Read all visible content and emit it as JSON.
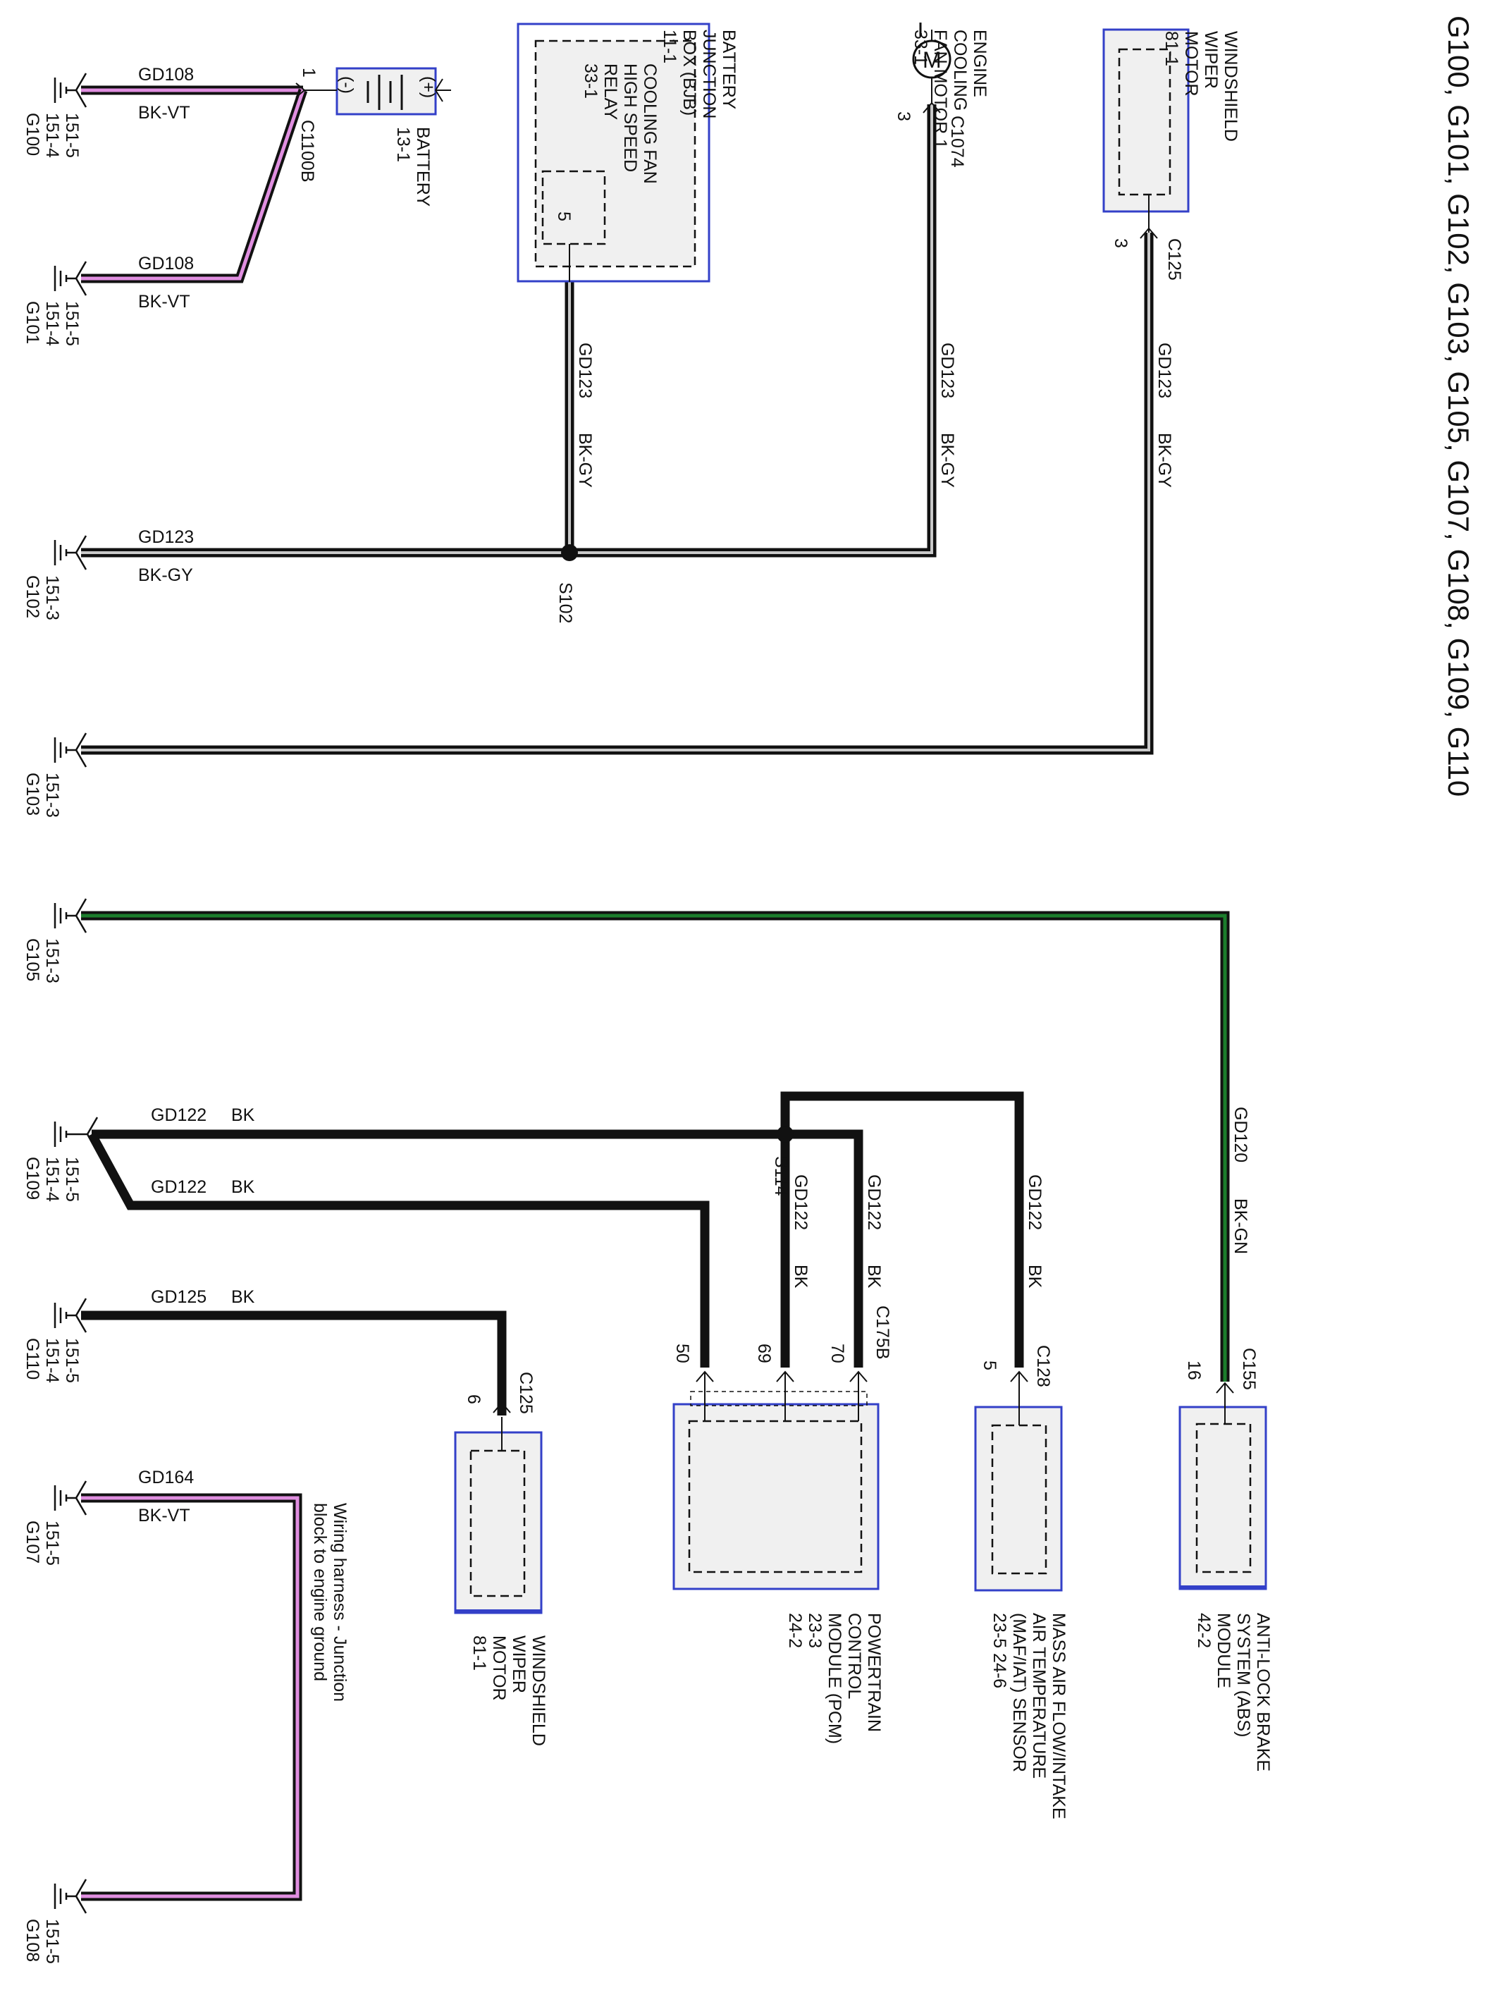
{
  "title": "G100, G101, G102, G103, G105, G107, G108, G109, G110",
  "grounds": [
    {
      "id": "g100",
      "name": "G100",
      "ref1": "151-4",
      "ref2": "151-5"
    },
    {
      "id": "g101",
      "name": "G101",
      "ref1": "151-4",
      "ref2": "151-5"
    },
    {
      "id": "g102",
      "name": "G102",
      "ref1": "151-3",
      "ref2": ""
    },
    {
      "id": "g103",
      "name": "G103",
      "ref1": "151-3",
      "ref2": ""
    },
    {
      "id": "g105",
      "name": "G105",
      "ref1": "151-3",
      "ref2": ""
    },
    {
      "id": "g109",
      "name": "G109",
      "ref1": "151-4",
      "ref2": "151-5"
    },
    {
      "id": "g110",
      "name": "G110",
      "ref1": "151-4",
      "ref2": "151-5"
    },
    {
      "id": "g107",
      "name": "G107",
      "ref1": "151-5",
      "ref2": ""
    },
    {
      "id": "g108",
      "name": "G108",
      "ref1": "151-5",
      "ref2": ""
    }
  ],
  "circuits": {
    "gd108": "GD108",
    "bk_vt": "BK-VT",
    "gd123": "GD123",
    "bk_gy": "BK-GY",
    "gd120": "GD120",
    "bk_gn": "BK-GN",
    "gd122": "GD122",
    "bk": "BK",
    "gd125": "GD125",
    "gd164": "GD164"
  },
  "splices": {
    "s102": "S102",
    "s114": "S114"
  },
  "battery": {
    "lines": [
      "BATTERY",
      "13-1"
    ],
    "pin": "1",
    "connector": "C1100B",
    "neg": "(-)",
    "pos": "(+)"
  },
  "bjb": {
    "lines": [
      "BATTERY",
      "JUNCTION",
      "BOX (BJB)",
      "11-1"
    ],
    "relay_lines": [
      "COOLING FAN",
      "HIGH SPEED",
      "RELAY",
      "33-1"
    ],
    "pin": "5"
  },
  "fan_motor": {
    "lines": [
      "ENGINE",
      "COOLING",
      "FAN MOTOR 1",
      "33-1"
    ],
    "symbol": "M",
    "pin": "3",
    "connector": "C1074"
  },
  "wiper_top": {
    "lines": [
      "WINDSHIELD",
      "WIPER",
      "MOTOR",
      "81-1"
    ],
    "pin": "3",
    "connector": "C125"
  },
  "wiper_bottom": {
    "lines": [
      "WINDSHIELD",
      "WIPER",
      "MOTOR",
      "81-1"
    ],
    "pin": "6",
    "connector": "C125"
  },
  "pcm": {
    "lines": [
      "POWERTRAIN",
      "CONTROL",
      "MODULE (PCM)",
      "23-3",
      "24-2"
    ],
    "pins": [
      "50",
      "69",
      "70"
    ],
    "connector": "C175B"
  },
  "maf": {
    "lines": [
      "MASS AIR FLOW/INTAKE",
      "AIR TEMPERATURE",
      "(MAF/IAT) SENSOR",
      "23-5   24-6"
    ],
    "pin": "5",
    "connector": "C128"
  },
  "abs": {
    "lines": [
      "ANTI-LOCK BRAKE",
      "SYSTEM (ABS)",
      "MODULE",
      "42-2"
    ],
    "pin": "16",
    "connector": "C155"
  },
  "harness_note": [
    "Wiring harness - Junction",
    "block to engine ground"
  ]
}
